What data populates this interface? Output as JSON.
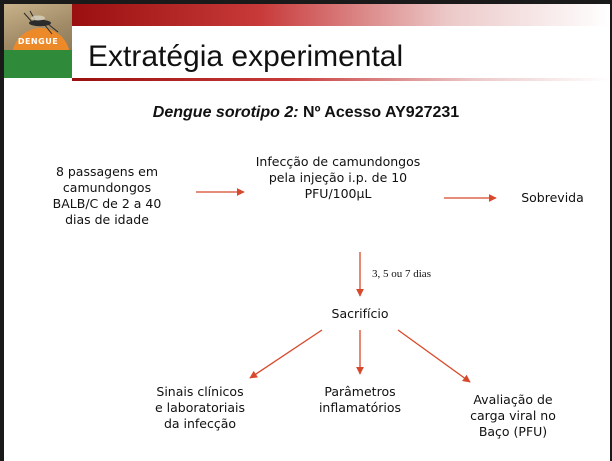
{
  "slide": {
    "title": "Extratégia experimental",
    "subtitle_italic": "Dengue sorotipo 2:",
    "subtitle_bold": " Nº Acesso AY927231",
    "logo_text": "DENGUE"
  },
  "flow": {
    "passages": "8 passagens em\ncamundongos\nBALB/C de 2 a 40\ndias de idade",
    "infection": "Infecção de camundongos\npela injeção i.p. de 10\nPFU/100μL",
    "survival": "Sobrevida",
    "interval": "3, 5 ou 7 dias",
    "sacrifice": "Sacrifício",
    "clinical": "Sinais clínicos\ne laboratoriais\nda infecção",
    "inflammatory": "Parâmetros\ninflamatórios",
    "viral_load": "Avaliação de\ncarga viral no\nBaço (PFU)"
  },
  "colors": {
    "arrow": "#d8482a",
    "accent": "#9a0f0f"
  }
}
